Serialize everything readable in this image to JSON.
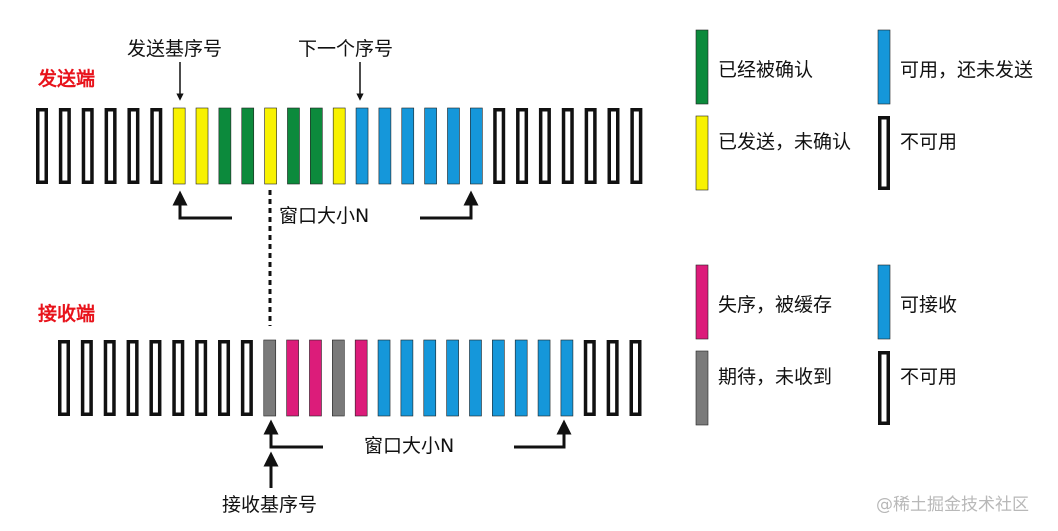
{
  "colors": {
    "acked": "#0c8a3c",
    "sent": "#f8f200",
    "usable": "#1597da",
    "unusable_stroke": "#111111",
    "out_of_order": "#dc1c7a",
    "expected": "#7a7a7a",
    "side_label": "#e8131b"
  },
  "sender": {
    "label": "发送端",
    "base_label": "发送基序号",
    "next_label": "下一个序号",
    "window_label": "窗口大小N",
    "slots": [
      "none",
      "none",
      "none",
      "none",
      "none",
      "none",
      "sent",
      "sent",
      "acked",
      "acked",
      "sent",
      "acked",
      "acked",
      "sent",
      "usable",
      "usable",
      "usable",
      "usable",
      "usable",
      "usable",
      "none",
      "none",
      "none",
      "none",
      "none",
      "none",
      "none"
    ]
  },
  "receiver": {
    "label": "接收端",
    "base_label": "接收基序号",
    "window_label": "窗口大小N",
    "slots": [
      "none",
      "none",
      "none",
      "none",
      "none",
      "none",
      "none",
      "none",
      "none",
      "expected",
      "out_of_order",
      "out_of_order",
      "expected",
      "out_of_order",
      "usable",
      "usable",
      "usable",
      "usable",
      "usable",
      "usable",
      "usable",
      "usable",
      "usable",
      "none",
      "none",
      "none"
    ]
  },
  "legend_sender": [
    {
      "kind": "acked",
      "text": "已经被确认",
      "icon": "green-bar-icon"
    },
    {
      "kind": "usable",
      "text": "可用，还未发送",
      "icon": "blue-bar-icon"
    },
    {
      "kind": "sent",
      "text": "已发送，未确认",
      "icon": "yellow-bar-icon"
    },
    {
      "kind": "none",
      "text": "不可用",
      "icon": "hollow-bar-icon"
    }
  ],
  "legend_receiver": [
    {
      "kind": "out_of_order",
      "text": "失序，被缓存",
      "icon": "magenta-bar-icon"
    },
    {
      "kind": "usable",
      "text": "可接收",
      "icon": "blue-bar-icon"
    },
    {
      "kind": "expected",
      "text": "期待，未收到",
      "icon": "gray-bar-icon"
    },
    {
      "kind": "none",
      "text": "不可用",
      "icon": "hollow-bar-icon"
    }
  ],
  "watermark": "@稀土掘金技术社区"
}
